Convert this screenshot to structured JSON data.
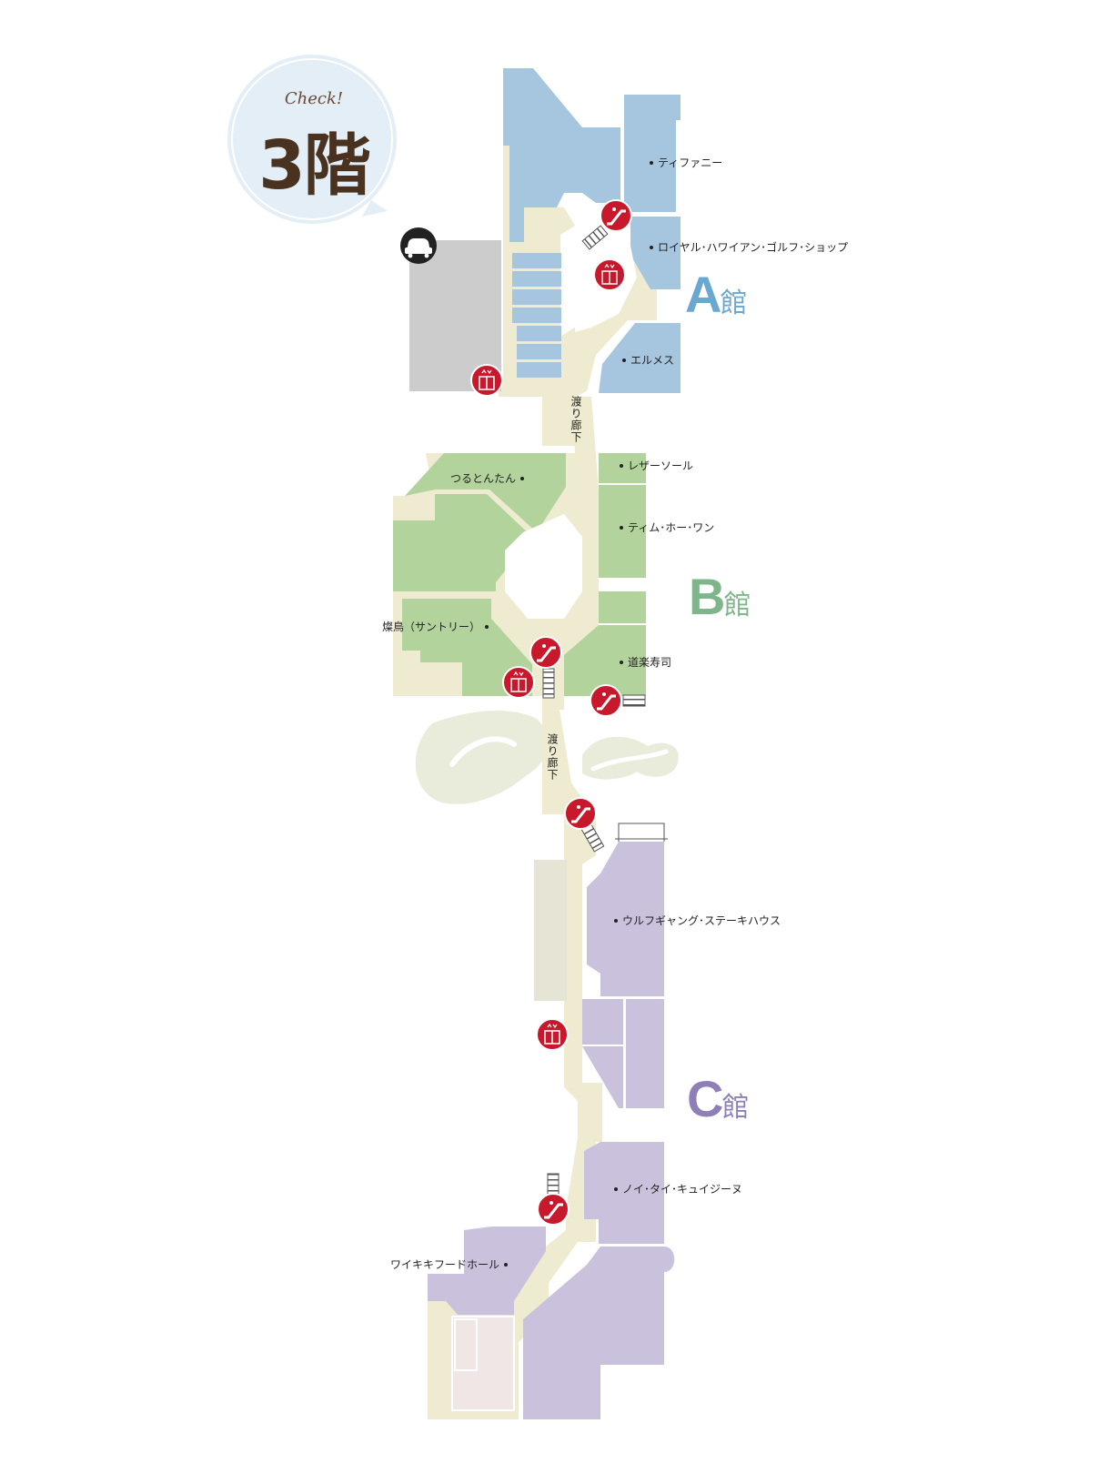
{
  "badge": {
    "check": "Check!",
    "floor": "3階"
  },
  "buildings": {
    "a": {
      "letter": "A",
      "suffix": "館",
      "color": "#6aa8d0"
    },
    "b": {
      "letter": "B",
      "suffix": "館",
      "color": "#7fb58a"
    },
    "c": {
      "letter": "C",
      "suffix": "館",
      "color": "#8e7fb8"
    }
  },
  "corridor_label": "渡り廊下",
  "stores": {
    "tiffany": "ティファニー",
    "royal_hawaiian": "ロイヤル･ハワイアン･ゴルフ･ショップ",
    "hermes": "エルメス",
    "leather_soul": "レザーソール",
    "tsurutontan": "つるとんたん",
    "tim_ho_wan": "ティム･ホー･ワン",
    "sakudori": "燦鳥（サントリー）",
    "doraku_sushi": "道楽寿司",
    "wolfgang": "ウルフギャング･ステーキハウス",
    "noi_thai": "ノイ･タイ･キュイジーヌ",
    "waikiki_food_hall": "ワイキキフードホール"
  },
  "colors": {
    "corridor": "#eeebd0",
    "a_store": "#a6c6e0",
    "b_store": "#b3d39c",
    "c_store": "#cac2dc",
    "parking": "#cccccc",
    "icon_red": "#c7192b",
    "badge_circle": "#e3eef6"
  }
}
